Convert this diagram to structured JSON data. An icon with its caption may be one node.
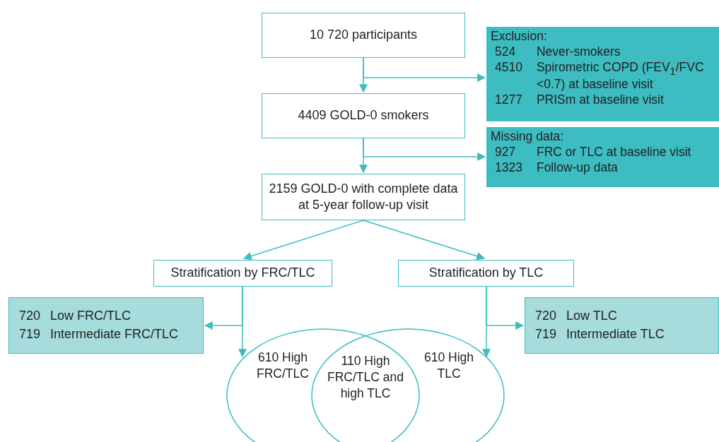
{
  "diagram": {
    "nodes": [
      {
        "text": [
          "10 720 participants"
        ]
      },
      {
        "text": [
          "Exclusion:",
          "524",
          "Never-smokers",
          "4510",
          "Spirometric COPD (FEV$_{1}$/FVC <0.7) at baseline visit",
          "1277",
          "PRISm at baseline visit"
        ]
      },
      {
        "text": [
          "4409 GOLD-0 smokers"
        ]
      },
      {
        "text": [
          "Missing data:",
          "927",
          "FRC or TLC at baseline visit",
          "1323",
          "Follow-up data"
        ]
      },
      {
        "text": [
          "2159 GOLD-0 with complete data at 5-year follow-up visit"
        ]
      },
      {
        "text": [
          "Stratification by FRC/TLC"
        ]
      },
      {
        "text": [
          "Stratification by TLC"
        ]
      },
      {
        "text": [
          "720",
          "Low FRC/TLC",
          "719",
          "Intermediate FRC/TLC"
        ]
      },
      {
        "text": [
          "720",
          "Low TLC",
          "719",
          "Intermediate TLC"
        ]
      },
      {
        "text": [
          "610 High FRC/TLC"
        ]
      },
      {
        "text": [
          "610 High TLC"
        ]
      }
    ],
    "edges": [
      {
        "from": 0,
        "to": 2,
        "arrow": "to"
      },
      {
        "from": 0,
        "to": 1,
        "arrow": "to"
      },
      {
        "from": 2,
        "to": 4,
        "arrow": "to"
      },
      {
        "from": 2,
        "to": 3,
        "arrow": "to"
      },
      {
        "from": 4,
        "to": 5,
        "arrow": "to"
      },
      {
        "from": 4,
        "to": 6,
        "arrow": "to"
      },
      {
        "from": 5,
        "to": 9,
        "arrow": "to"
      },
      {
        "from": 5,
        "to": 7,
        "arrow": "to"
      },
      {
        "from": 6,
        "to": 10,
        "arrow": "to"
      },
      {
        "from": 6,
        "to": 8,
        "arrow": "to"
      }
    ],
    "labels": [
      "110 High FRC/TLC and high TLC"
    ]
  }
}
